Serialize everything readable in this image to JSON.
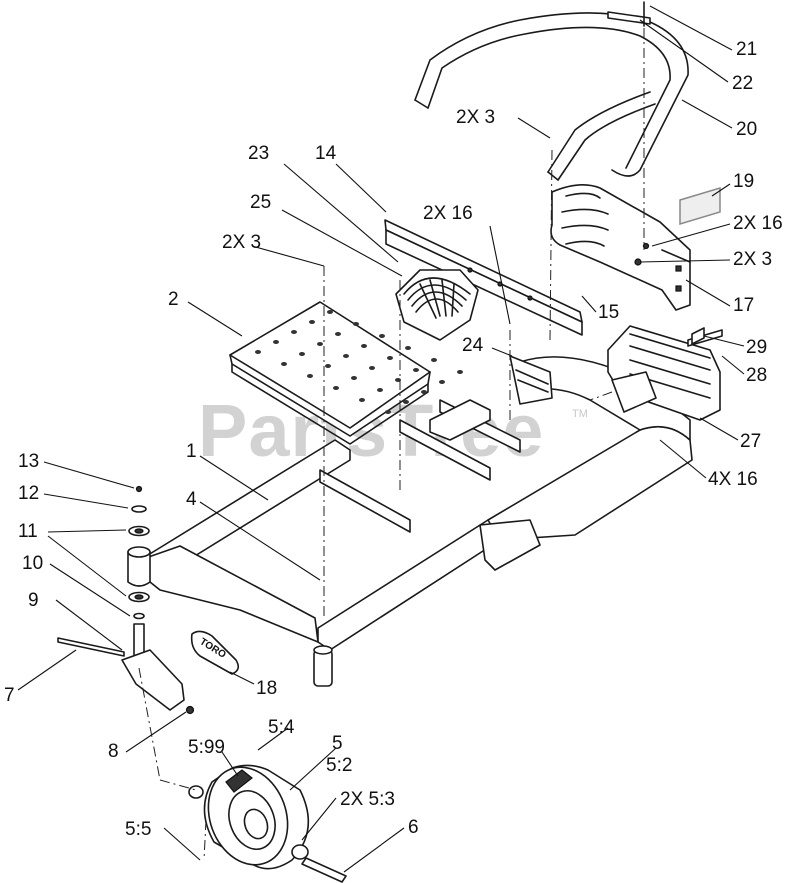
{
  "watermark": {
    "text": "PartsTree",
    "trademark": "TM"
  },
  "callouts": [
    {
      "id": "21",
      "text": "21"
    },
    {
      "id": "22",
      "text": "22"
    },
    {
      "id": "2x-3-a",
      "text": "2X  3"
    },
    {
      "id": "20",
      "text": "20"
    },
    {
      "id": "23",
      "text": "23"
    },
    {
      "id": "14",
      "text": "14"
    },
    {
      "id": "19",
      "text": "19"
    },
    {
      "id": "25",
      "text": "25"
    },
    {
      "id": "2x-16-a",
      "text": "2X  16"
    },
    {
      "id": "2x-16-b",
      "text": "2X  16"
    },
    {
      "id": "2x-3-b",
      "text": "2X  3"
    },
    {
      "id": "2x-3-c",
      "text": "2X  3"
    },
    {
      "id": "2",
      "text": "2"
    },
    {
      "id": "15",
      "text": "15"
    },
    {
      "id": "17",
      "text": "17"
    },
    {
      "id": "24",
      "text": "24"
    },
    {
      "id": "29",
      "text": "29"
    },
    {
      "id": "28",
      "text": "28"
    },
    {
      "id": "27",
      "text": "27"
    },
    {
      "id": "4x-16",
      "text": "4X  16"
    },
    {
      "id": "1",
      "text": "1"
    },
    {
      "id": "13",
      "text": "13"
    },
    {
      "id": "12",
      "text": "12"
    },
    {
      "id": "4",
      "text": "4"
    },
    {
      "id": "11",
      "text": "11"
    },
    {
      "id": "10",
      "text": "10"
    },
    {
      "id": "9",
      "text": "9"
    },
    {
      "id": "7",
      "text": "7"
    },
    {
      "id": "18",
      "text": "18"
    },
    {
      "id": "8",
      "text": "8"
    },
    {
      "id": "5-4",
      "text": "5:4"
    },
    {
      "id": "5",
      "text": "5"
    },
    {
      "id": "5-99",
      "text": "5:99"
    },
    {
      "id": "5-2",
      "text": "5:2"
    },
    {
      "id": "2x-5-3",
      "text": "2X  5:3"
    },
    {
      "id": "6",
      "text": "6"
    },
    {
      "id": "5-5",
      "text": "5:5"
    }
  ],
  "decal_text": "TORO"
}
